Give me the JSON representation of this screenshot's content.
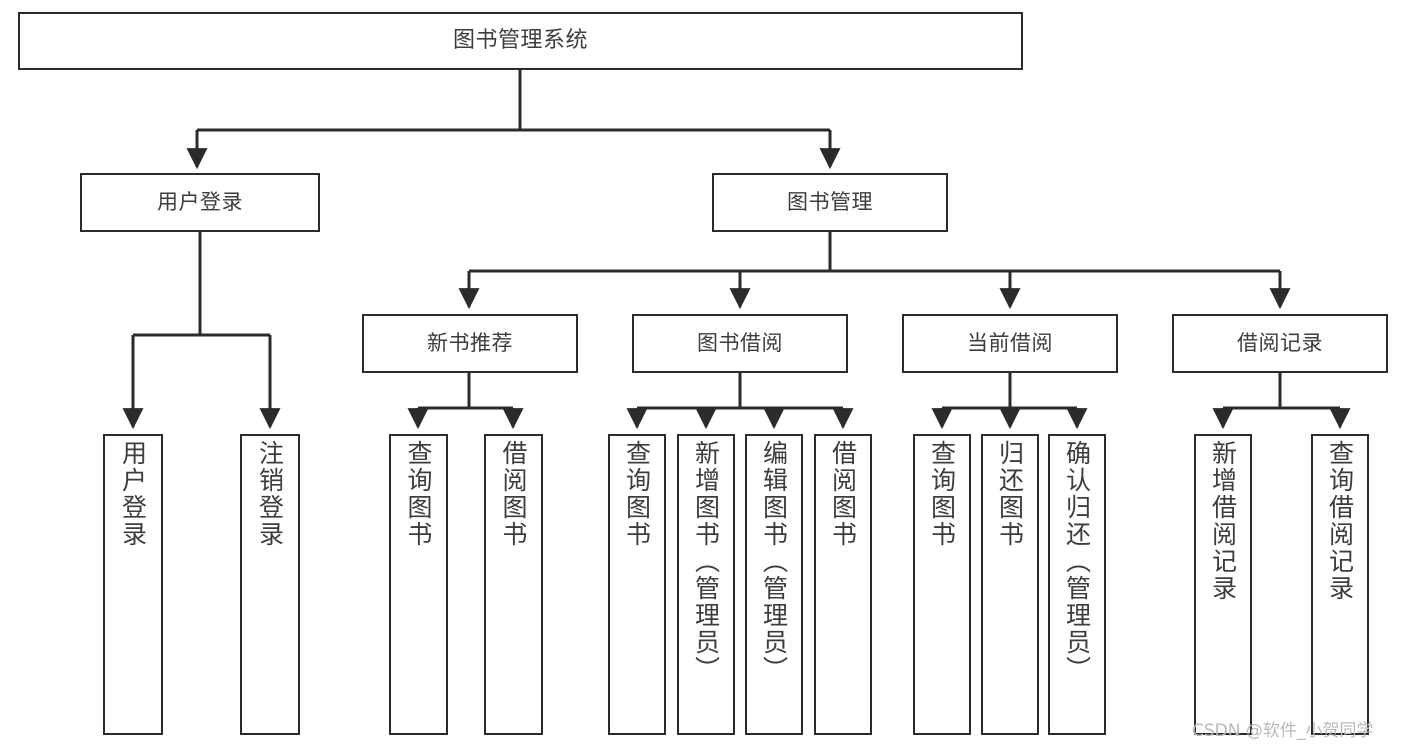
{
  "diagram": {
    "title": "图书管理系统",
    "type": "tree",
    "stroke_color": "#2b2b2b",
    "text_color": "#3d3d3d",
    "background": "#ffffff",
    "watermark": "CSDN @软件_小贺同学",
    "nodes": {
      "root": {
        "label": "图书管理系统"
      },
      "level1": [
        {
          "id": "user-login",
          "label": "用户登录"
        },
        {
          "id": "book-manage",
          "label": "图书管理"
        }
      ],
      "level2": [
        {
          "id": "new-book-recommend",
          "label": "新书推荐"
        },
        {
          "id": "book-borrow",
          "label": "图书借阅"
        },
        {
          "id": "current-borrow",
          "label": "当前借阅"
        },
        {
          "id": "borrow-record",
          "label": "借阅记录"
        }
      ],
      "leaves": {
        "user-login": [
          {
            "id": "leaf-user-login",
            "label": "用户登录"
          },
          {
            "id": "leaf-logout-login",
            "label": "注销登录"
          }
        ],
        "new-book-recommend": [
          {
            "id": "leaf-query-book-1",
            "label": "查询图书"
          },
          {
            "id": "leaf-borrow-book-1",
            "label": "借阅图书"
          }
        ],
        "book-borrow": [
          {
            "id": "leaf-query-book-2",
            "label": "查询图书"
          },
          {
            "id": "leaf-add-book",
            "label": "新增图书（管理员）"
          },
          {
            "id": "leaf-edit-book",
            "label": "编辑图书（管理员）"
          },
          {
            "id": "leaf-borrow-book-2",
            "label": "借阅图书"
          }
        ],
        "current-borrow": [
          {
            "id": "leaf-query-book-3",
            "label": "查询图书"
          },
          {
            "id": "leaf-return-book",
            "label": "归还图书"
          },
          {
            "id": "leaf-confirm-return",
            "label": "确认归还（管理员）"
          }
        ],
        "borrow-record": [
          {
            "id": "leaf-add-record",
            "label": "新增借阅记录"
          },
          {
            "id": "leaf-query-record",
            "label": "查询借阅记录"
          }
        ]
      }
    }
  }
}
